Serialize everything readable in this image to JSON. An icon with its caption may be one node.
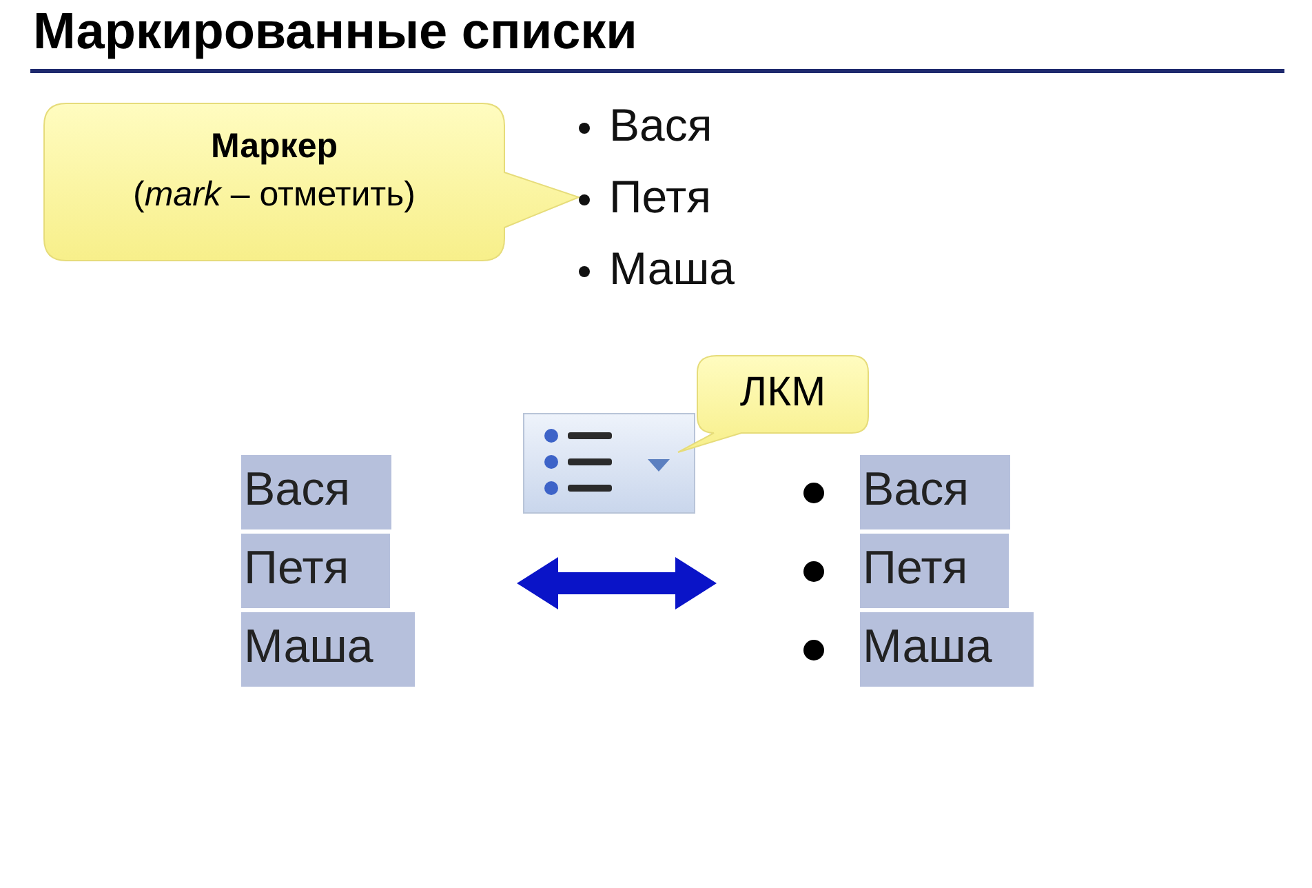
{
  "diagram": {
    "title": "Маркированные списки",
    "nodes": [
      {
        "text": [
          "Маркер",
          "(*mark* – отметить)"
        ]
      },
      {
        "text": [
          "ЛКМ"
        ]
      },
      {
        "text": [
          "Вася",
          "Петя",
          "Маша"
        ]
      },
      {
        "text": [
          "Вася",
          "Петя",
          "Маша"
        ]
      }
    ],
    "edges": [
      {
        "from": 2,
        "to": 3,
        "arrow": "both",
        "style": "thick"
      }
    ],
    "labels": [
      "Вася",
      "Петя",
      "Маша"
    ]
  }
}
